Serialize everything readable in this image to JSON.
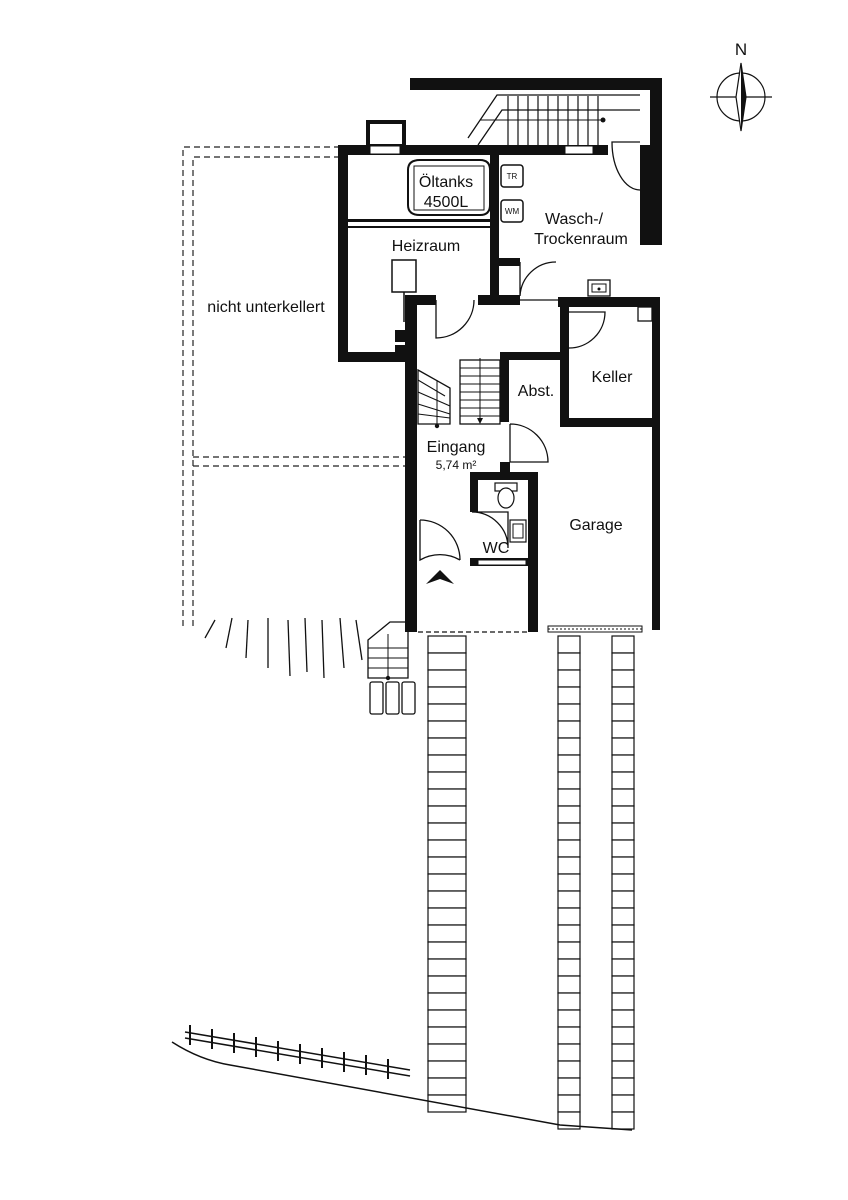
{
  "compass": {
    "label": "N"
  },
  "rooms": {
    "oil_tanks": {
      "label_line1": "Öltanks",
      "label_line2": "4500L"
    },
    "boiler_room": {
      "label": "Heizraum"
    },
    "laundry": {
      "label_line1": "Wasch-/",
      "label_line2": "Trockenraum"
    },
    "not_basement": {
      "label": "nicht unterkellert"
    },
    "cellar": {
      "label": "Keller"
    },
    "storage": {
      "label": "Abst."
    },
    "entrance": {
      "label": "Eingang",
      "area": "5,74 m²"
    },
    "wc": {
      "label": "WC"
    },
    "garage": {
      "label": "Garage"
    }
  },
  "appliances": {
    "dryer": "TR",
    "washer": "WM"
  }
}
